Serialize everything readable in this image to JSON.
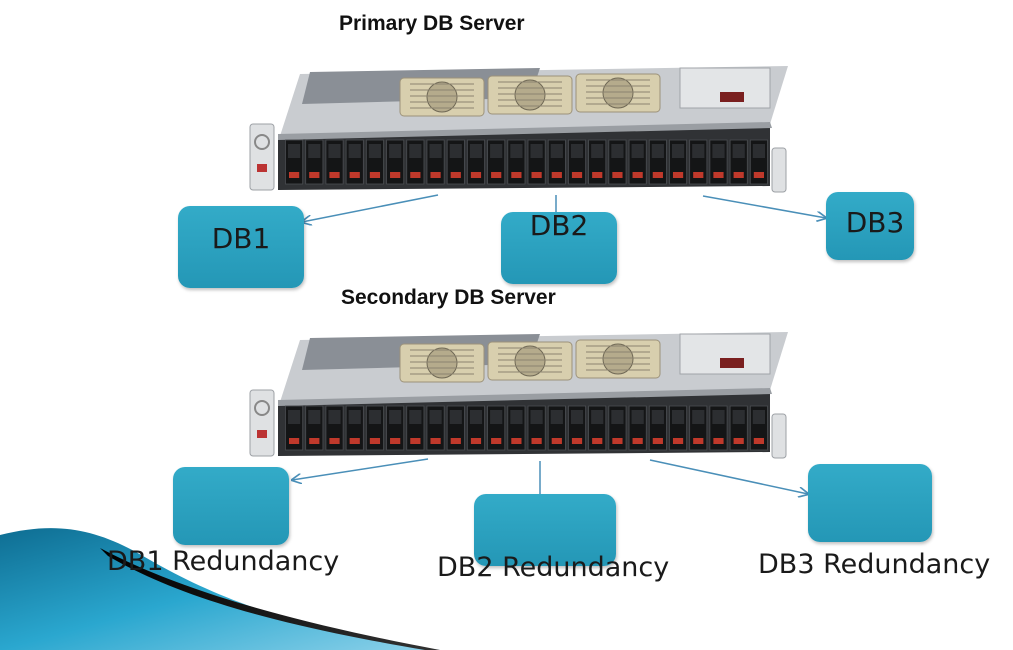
{
  "primary": {
    "title": "Primary DB Server",
    "databases": [
      {
        "label": "DB1"
      },
      {
        "label": "DB2"
      },
      {
        "label": "DB3"
      }
    ]
  },
  "secondary": {
    "title": "Secondary DB Server",
    "redundancies": [
      {
        "label": "DB1 Redundancy"
      },
      {
        "label": "DB2 Redundancy"
      },
      {
        "label": "DB3 Redundancy"
      }
    ]
  },
  "colors": {
    "box": "#2aa3c2",
    "connector": "#4a8fb8",
    "swoosh": "#1f8fb5"
  }
}
